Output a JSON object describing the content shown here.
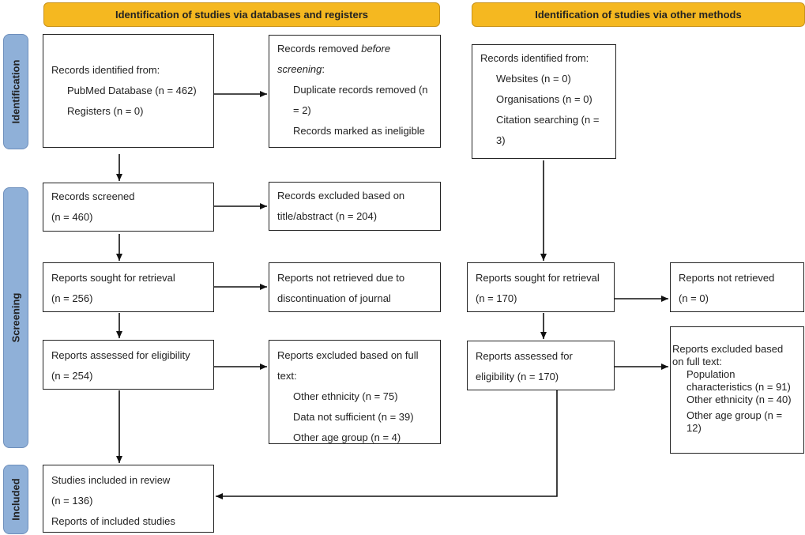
{
  "headers": {
    "left": "Identification of studies via databases and registers",
    "right": "Identification of studies via other methods"
  },
  "phases": {
    "identification": "Identification",
    "screening": "Screening",
    "included": "Included"
  },
  "db": {
    "identified": {
      "title": "Records identified from:",
      "pubmed": "PubMed Database (n = 462)",
      "registers": "Registers (n = 0)"
    },
    "removed": {
      "title_a": "Records removed ",
      "title_b": "before screening",
      "title_c": ":",
      "dup_a": "Duplicate records removed (n",
      "dup_b": "= 2)",
      "ineligible": "Records marked as ineligible"
    },
    "screened": {
      "title": "Records screened",
      "n": "(n = 460)"
    },
    "excluded": {
      "line1": "Records excluded based on",
      "line2": "title/abstract (n = 204)"
    },
    "sought": {
      "title": "Reports sought for retrieval",
      "n": "(n = 256)"
    },
    "not_retrieved": {
      "line1": "Reports not retrieved due to",
      "line2": "discontinuation of journal"
    },
    "assessed": {
      "title": "Reports assessed for eligibility",
      "n": "(n = 254)"
    },
    "excluded_full": {
      "line1": "Reports excluded based on full",
      "line2": "text:",
      "r1": "Other ethnicity (n = 75)",
      "r2": "Data not sufficient (n = 39)",
      "r3": "Other age group (n = 4)"
    },
    "included": {
      "title": "Studies included in review",
      "n": "(n = 136)",
      "reports": "Reports of included studies"
    }
  },
  "other": {
    "identified": {
      "title": "Records identified from:",
      "websites": "Websites (n = 0)",
      "organisations": "Organisations (n = 0)",
      "citation_a": "Citation searching (n =",
      "citation_b": "3)"
    },
    "sought": {
      "title": "Reports sought for retrieval",
      "n": "(n = 170)"
    },
    "not_retrieved": {
      "title": "Reports not retrieved",
      "n": "(n = 0)"
    },
    "assessed": {
      "line1": "Reports assessed for",
      "line2": "eligibility (n = 170)"
    },
    "excluded": {
      "line1": "Reports excluded based",
      "line2": "on full text:",
      "r1a": "Population",
      "r1b": "characteristics (n = 91)",
      "r2": "Other ethnicity (n = 40)",
      "r3": "Other age group (n = 12)"
    }
  }
}
